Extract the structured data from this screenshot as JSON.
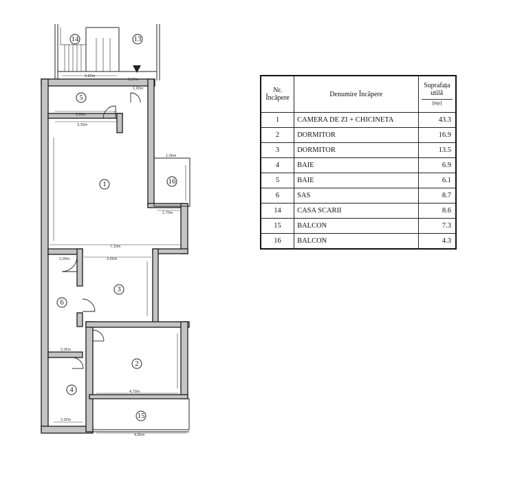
{
  "plan": {
    "rooms": [
      {
        "id": "1"
      },
      {
        "id": "2"
      },
      {
        "id": "3"
      },
      {
        "id": "4"
      },
      {
        "id": "5"
      },
      {
        "id": "6"
      },
      {
        "id": "13"
      },
      {
        "id": "14"
      },
      {
        "id": "15"
      },
      {
        "id": "16"
      }
    ],
    "dimensions": {
      "d1": "3,65m",
      "d2": "1,57m",
      "d3": "1,65m",
      "d4": "3,66m",
      "d5": "3,33m",
      "d6": "1,56m",
      "d7": "1,70m",
      "d8": "7,10m",
      "d9": "3,65m",
      "d10": "1,00m",
      "d11": "2,05m",
      "d12": "4,70m",
      "d13": "2,02m",
      "d14": "4,85m"
    }
  },
  "table": {
    "headers": {
      "nr": "Nr. Încăpere",
      "name": "Denumire Încăpere",
      "area": "Suprafața utilă",
      "unit": "[mp]"
    },
    "rows": [
      {
        "nr": "1",
        "name": "CAMERA DE ZI + CHICINETA",
        "area": "43.3"
      },
      {
        "nr": "2",
        "name": "DORMITOR",
        "area": "16.9"
      },
      {
        "nr": "3",
        "name": "DORMITOR",
        "area": "13.5"
      },
      {
        "nr": "4",
        "name": "BAIE",
        "area": "6.9"
      },
      {
        "nr": "5",
        "name": "BAIE",
        "area": "6.1"
      },
      {
        "nr": "6",
        "name": "SAS",
        "area": "8.7"
      },
      {
        "nr": "14",
        "name": "CASA SCARII",
        "area": "8.6"
      },
      {
        "nr": "15",
        "name": "BALCON",
        "area": "7.3"
      },
      {
        "nr": "16",
        "name": "BALCON",
        "area": "4.3"
      }
    ]
  }
}
